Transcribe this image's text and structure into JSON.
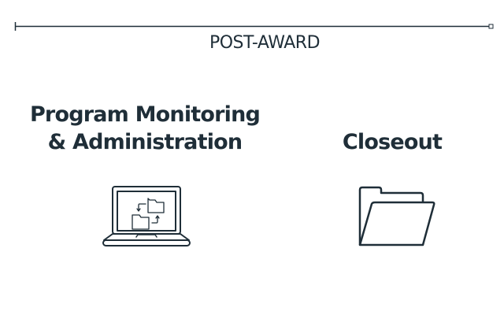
{
  "title": "POST-AWARD",
  "phases": [
    {
      "label_line1": "Program Monitoring",
      "label_line2": "& Administration",
      "icon": "laptop-folders-icon"
    },
    {
      "label_line1": "Closeout",
      "icon": "open-folder-icon"
    }
  ],
  "colors": {
    "ink": "#1f2e38",
    "background": "#ffffff"
  }
}
